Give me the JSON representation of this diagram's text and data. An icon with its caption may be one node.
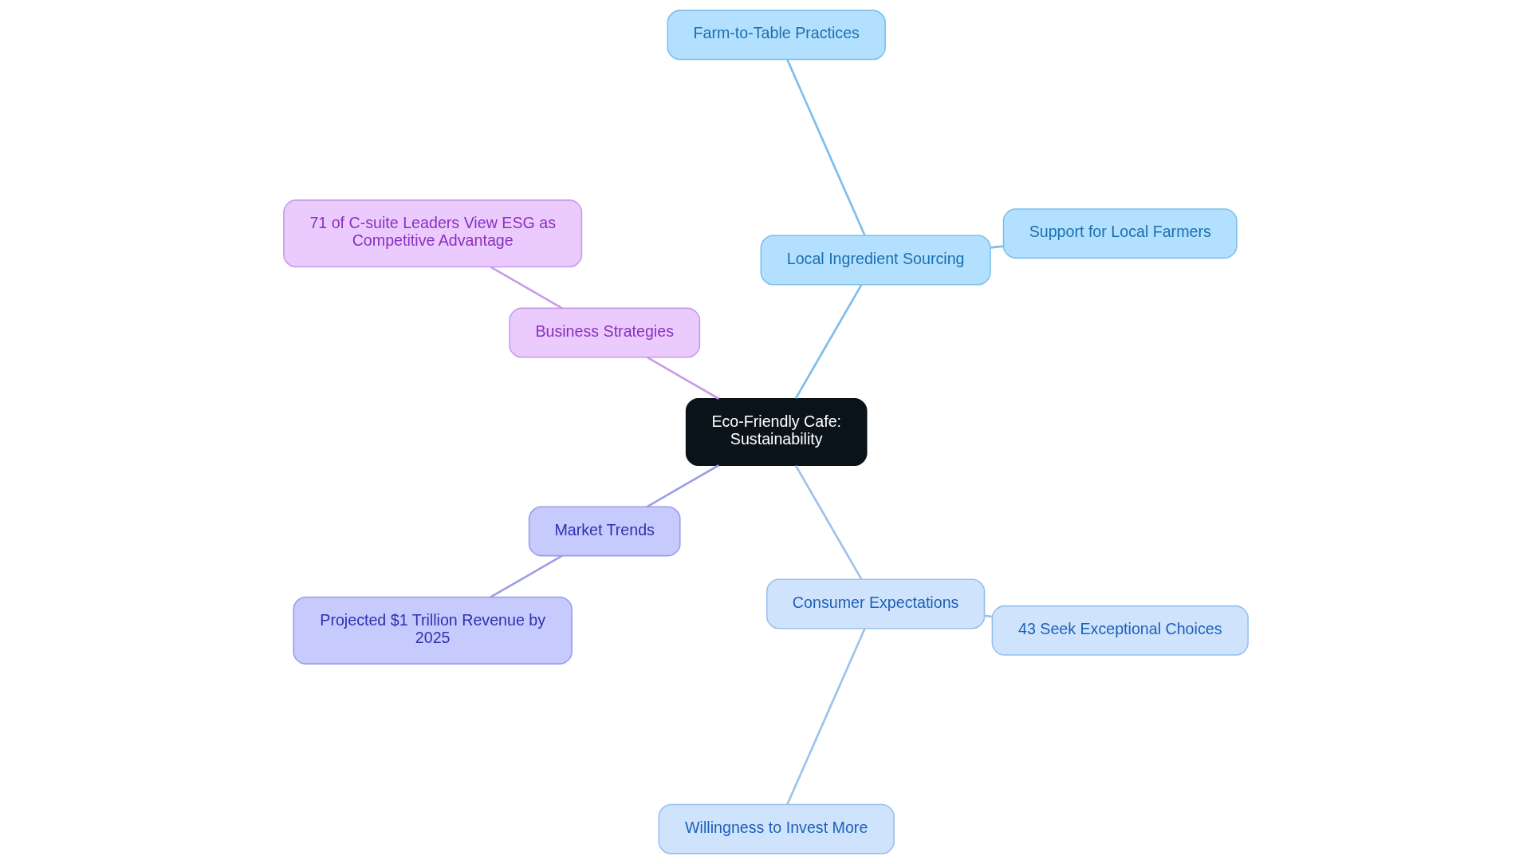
{
  "diagram": {
    "nodes": [
      {
        "text": [
          "Eco-Friendly Cafe: Sustainability"
        ]
      },
      {
        "text": [
          "Local Ingredient Sourcing"
        ]
      },
      {
        "text": [
          "Farm-to-Table Practices"
        ]
      },
      {
        "text": [
          "Support for Local Farmers"
        ]
      },
      {
        "text": [
          "Consumer Expectations"
        ]
      },
      {
        "text": [
          "43 Seek Exceptional Choices"
        ]
      },
      {
        "text": [
          "Willingness to Invest More"
        ]
      },
      {
        "text": [
          "Market Trends"
        ]
      },
      {
        "text": [
          "Projected $1 Trillion Revenue by 2025"
        ]
      },
      {
        "text": [
          "Business Strategies"
        ]
      },
      {
        "text": [
          "71 of C-suite Leaders View ESG as Competitive Advantage"
        ]
      }
    ],
    "edges": [
      {
        "from": 0,
        "to": 1,
        "arrow": "none",
        "color": "#7fbfea"
      },
      {
        "from": 1,
        "to": 2,
        "arrow": "none",
        "color": "#7fbfea"
      },
      {
        "from": 1,
        "to": 3,
        "arrow": "none",
        "color": "#7fbfea"
      },
      {
        "from": 0,
        "to": 4,
        "arrow": "none",
        "color": "#9fc3ec"
      },
      {
        "from": 4,
        "to": 5,
        "arrow": "none",
        "color": "#9fc3ec"
      },
      {
        "from": 4,
        "to": 6,
        "arrow": "none",
        "color": "#9fc3ec"
      },
      {
        "from": 0,
        "to": 7,
        "arrow": "none",
        "color": "#9d9de8"
      },
      {
        "from": 7,
        "to": 8,
        "arrow": "none",
        "color": "#9d9de8"
      },
      {
        "from": 0,
        "to": 9,
        "arrow": "none",
        "color": "#c99be8"
      },
      {
        "from": 9,
        "to": 10,
        "arrow": "none",
        "color": "#c99be8"
      }
    ]
  }
}
